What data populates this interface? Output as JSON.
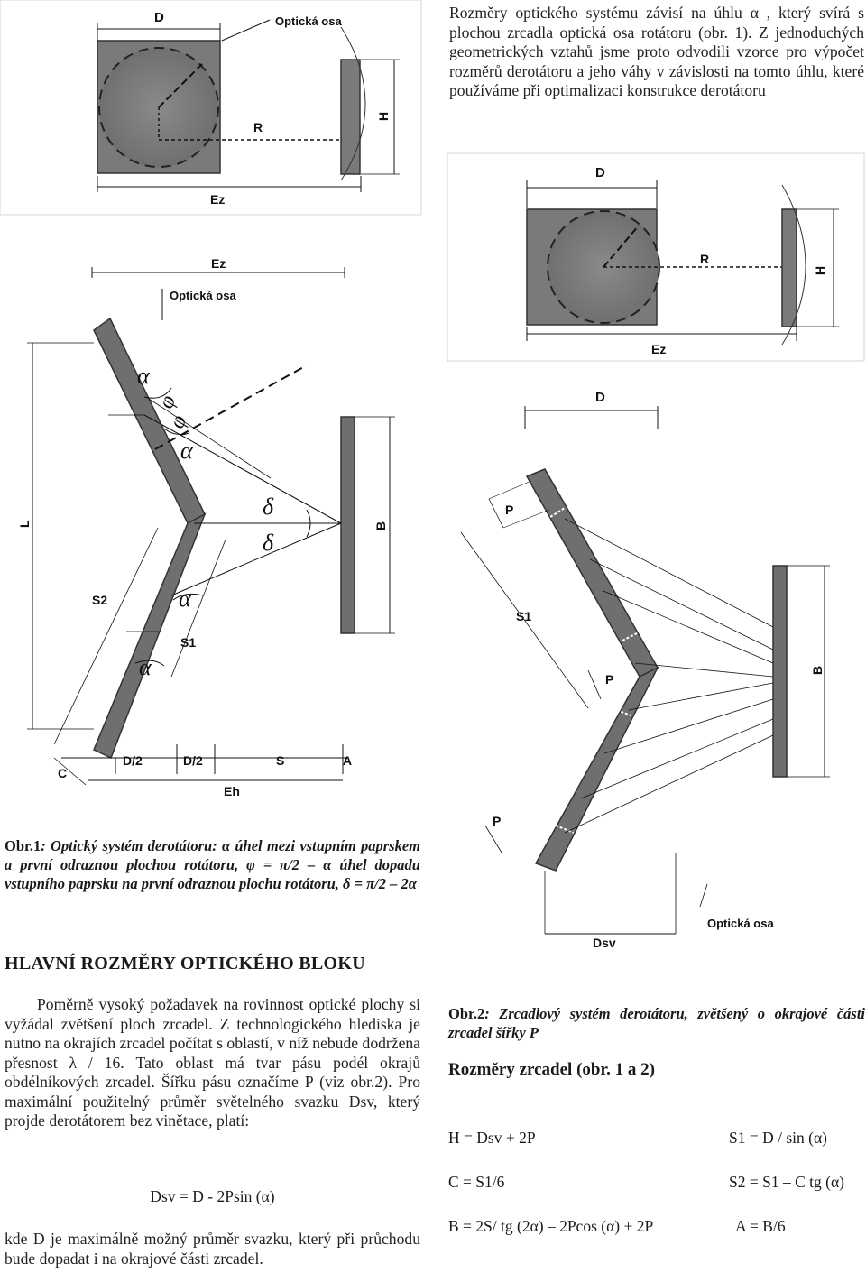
{
  "intro": {
    "text": "Rozměry optického systému závisí na úhlu α , který svírá s plochou zrcadla optická osa rotátoru (obr. 1). Z jednoduchých geometrických vztahů jsme proto odvodili vzorce pro výpočet rozměrů derotátoru a jeho váhy v závislosti na tomto úhlu, které používáme při optimalizaci konstrukce derotátoru"
  },
  "fig_top_left": {
    "D": "D",
    "axis": "Optická osa",
    "R": "R",
    "H": "H",
    "Ez": "Ez"
  },
  "fig_top_right": {
    "D": "D",
    "R": "R",
    "H": "H",
    "Ez": "Ez"
  },
  "fig1": {
    "Ez": "Ez",
    "axis": "Optická osa",
    "alpha": "α",
    "phi": "φ",
    "delta": "δ",
    "L": "L",
    "B": "B",
    "S2": "S2",
    "S1": "S1",
    "C": "C",
    "D2a": "D/2",
    "D2b": "D/2",
    "S": "S",
    "A": "A",
    "Eh": "Eh"
  },
  "fig2": {
    "D": "D",
    "P": "P",
    "S1": "S1",
    "B": "B",
    "axis": "Optická osa",
    "Dsv": "Dsv"
  },
  "caption1": {
    "label": "Obr.1",
    "text": ": Optický systém derotátoru: α  úhel mezi vstupním paprskem a první odraznou plochou rotátoru, φ = π/2 – α  úhel dopadu vstupního paprsku na první odraznou plochu rotátoru, δ = π/2 – 2α"
  },
  "caption2": {
    "label": "Obr.2",
    "text": ": Zrcadlový systém derotátoru, zvětšený o okrajové části zrcadel šířky P"
  },
  "section": {
    "heading": "HLAVNÍ ROZMĚRY OPTICKÉHO BLOKU",
    "para1": "Poměrně vysoký požadavek na rovinnost optické plochy si vyžádal zvětšení ploch zrcadel. Z technologického hlediska je nutno na okrajích zrcadel počítat s oblastí, v níž nebude dodržena přesnost λ / 16. Tato oblast má tvar pásu podél okrajů obdélníkových zrcadel. Šířku pásu označíme P (viz obr.2). Pro maximální použitelný průměr světelného svazku Dsv, který projde derotátorem bez vinětace, platí:",
    "formula": "Dsv = D - 2Psin (α)",
    "para2": "kde D je maximálně možný průměr svazku, který při průchodu bude dopadat i na okrajové části zrcadel."
  },
  "mirrors": {
    "heading": "Rozměry zrcadel (obr. 1 a 2)",
    "f1": "H = Dsv + 2P",
    "f2": "S1 = D / sin (α)",
    "f3": "C = S1/6",
    "f4": "S2 = S1 – C tg (α)",
    "f5": "B = 2S/ tg (2α) – 2Pcos (α) + 2P",
    "f6": "A = B/6"
  }
}
